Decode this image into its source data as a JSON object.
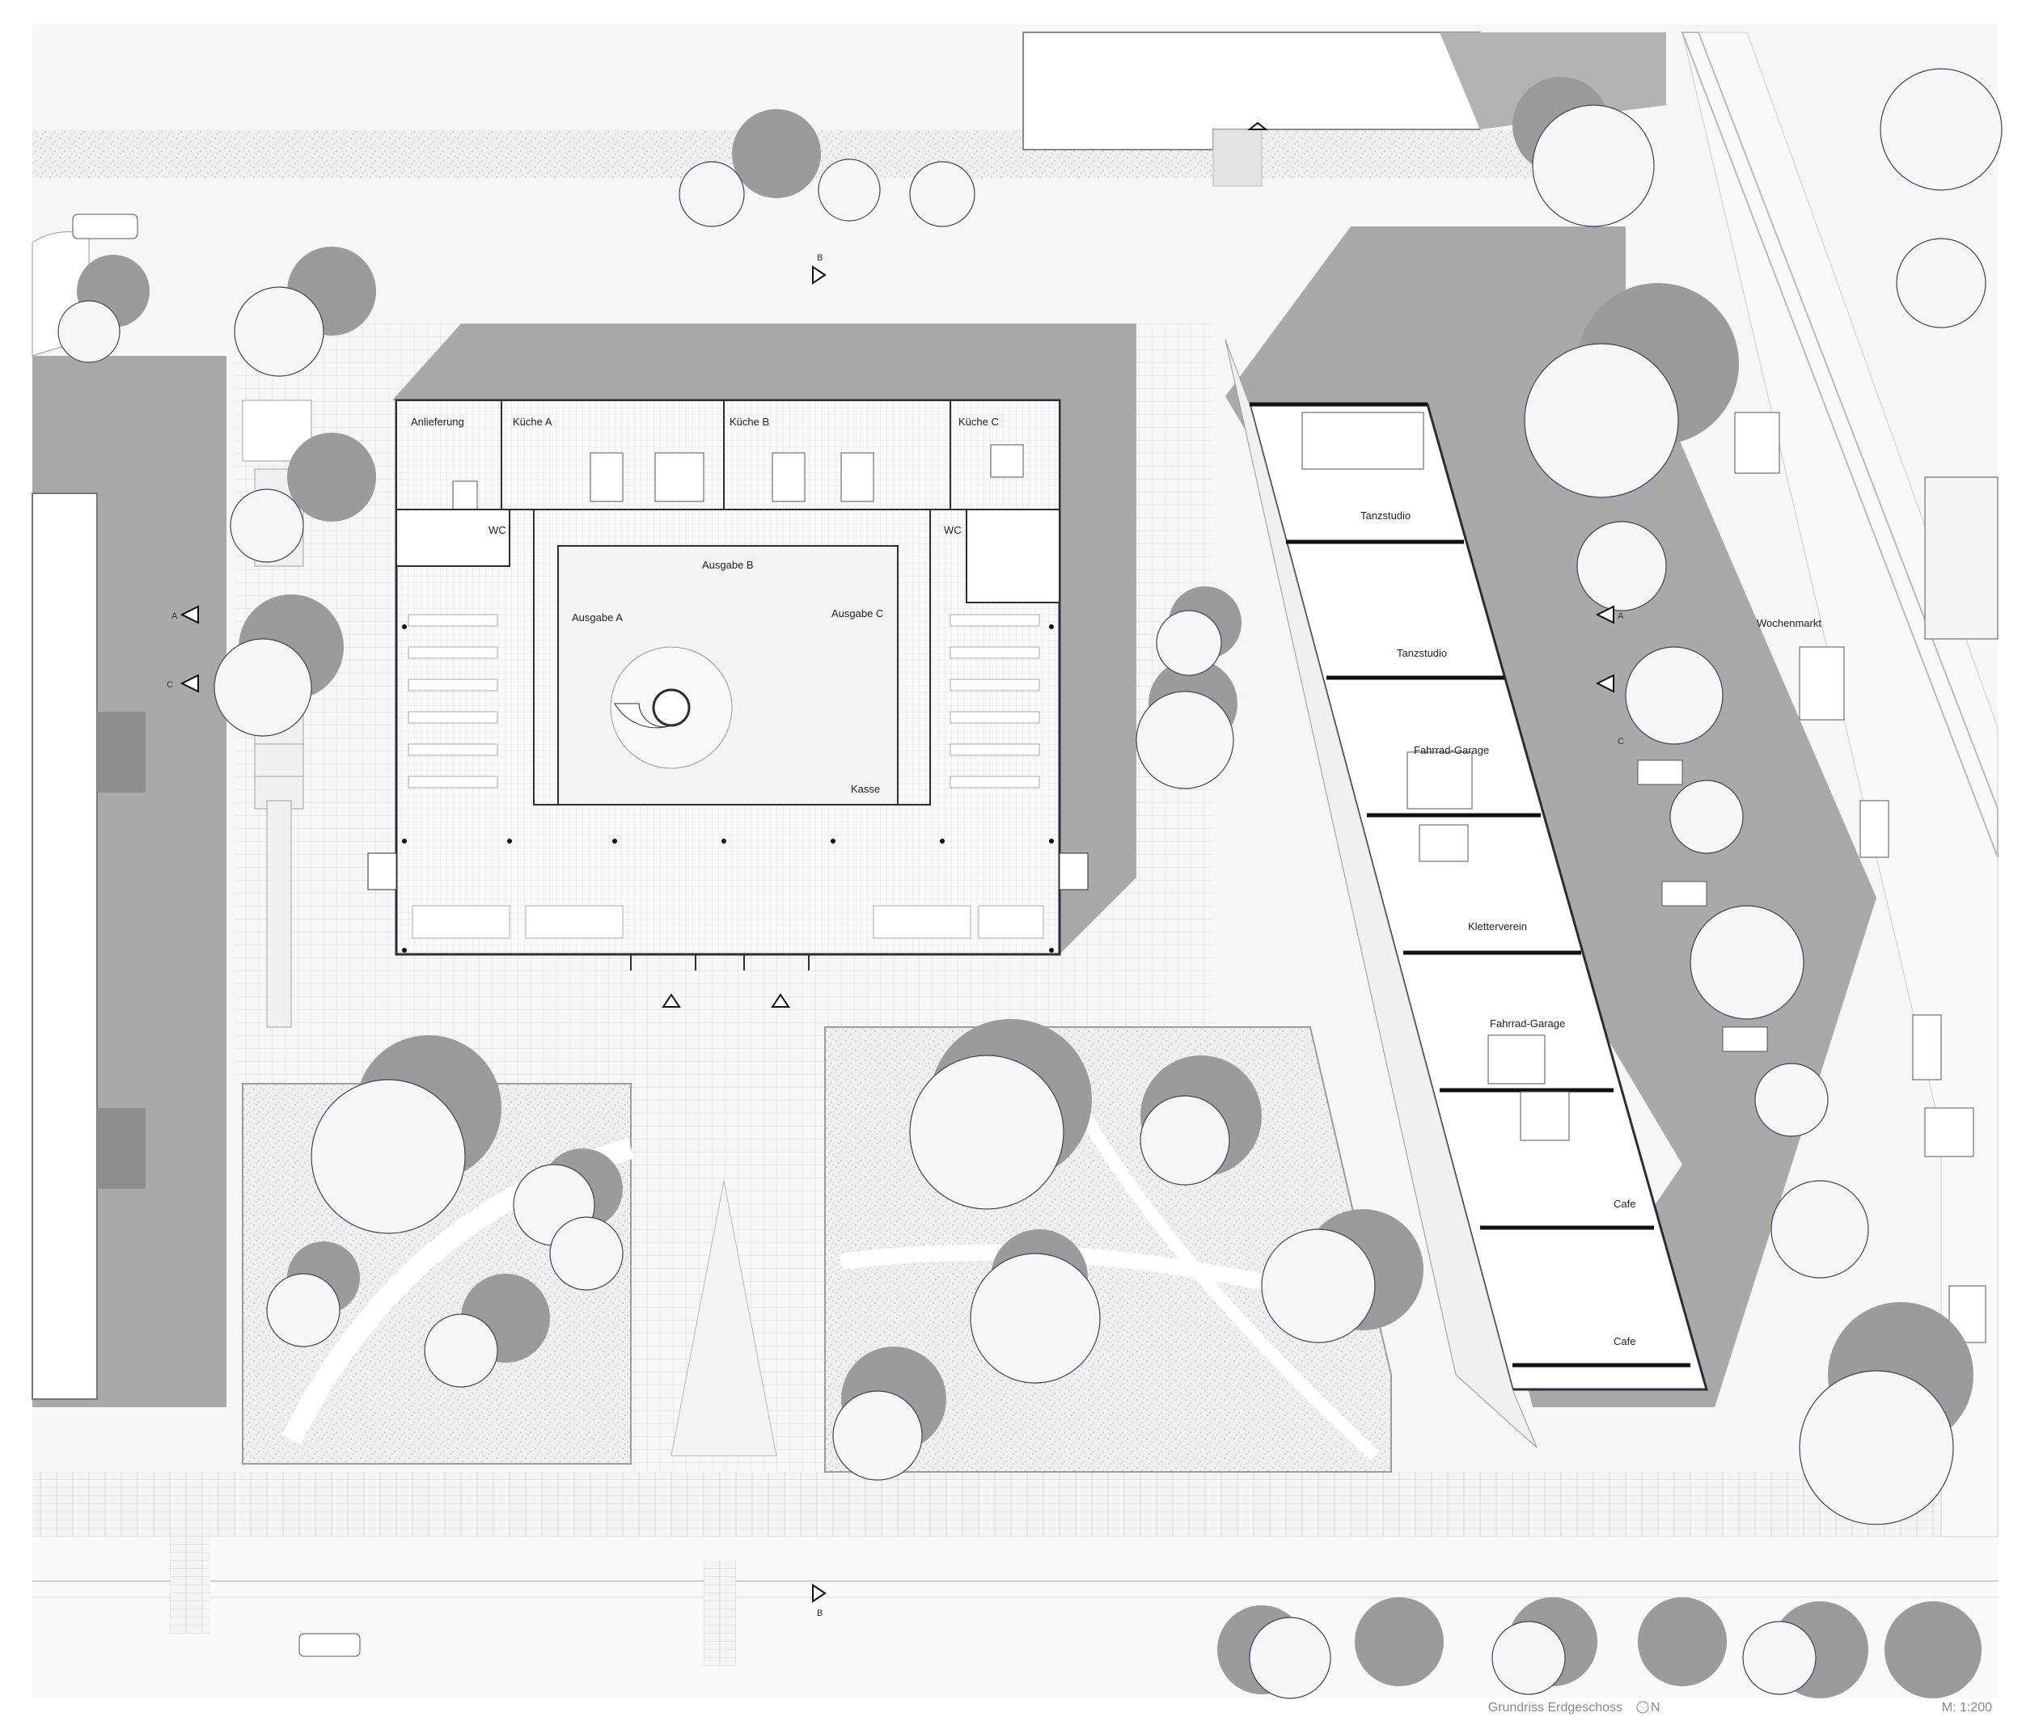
{
  "labels": {
    "anlieferung": "Anlieferung",
    "kueche_a": "Küche A",
    "kueche_b": "Küche B",
    "kueche_c": "Küche C",
    "wc": "WC",
    "ausgabe_a": "Ausgabe A",
    "ausgabe_b": "Ausgabe B",
    "ausgabe_c": "Ausgabe C",
    "kasse": "Kasse",
    "tanzstudio": "Tanzstudio",
    "fahrrad_garage": "Fahrrad-Garage",
    "kletterverein": "Kletterverein",
    "cafe": "Cafe",
    "wochenmarkt": "Wochenmarkt"
  },
  "section_markers": {
    "a": "A",
    "b": "B",
    "c": "C"
  },
  "footer": {
    "title": "Grundriss Erdgeschoss",
    "north": "N",
    "scale": "M: 1:200"
  },
  "colors": {
    "shadow": "#a9a9a9",
    "tree_shadow": "#9b9b9b",
    "paving": "#f2f2f2",
    "green": "#ececec",
    "ink": "#2a2d3a",
    "tree_ink": "#3b4266"
  },
  "icons": [
    "north-arrow-icon",
    "section-marker-icon",
    "car-icon",
    "tree-icon"
  ]
}
